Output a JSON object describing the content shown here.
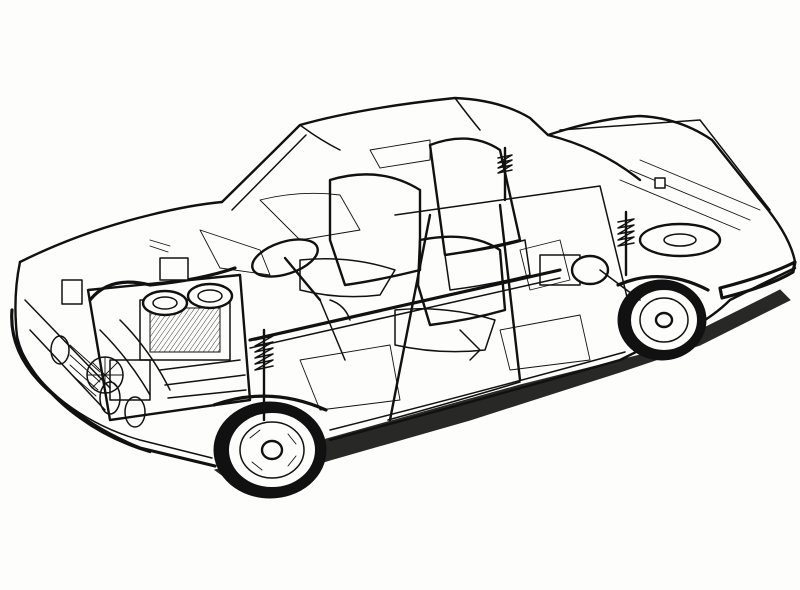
{
  "illustration": {
    "subject": "sedan-cutaway",
    "stroke_color": "#111111",
    "background_color": "#fdfdfc",
    "icons": [
      "car-body-outline",
      "engine",
      "seat",
      "wheel",
      "suspension-spring",
      "spare-tire",
      "steering-wheel"
    ]
  }
}
